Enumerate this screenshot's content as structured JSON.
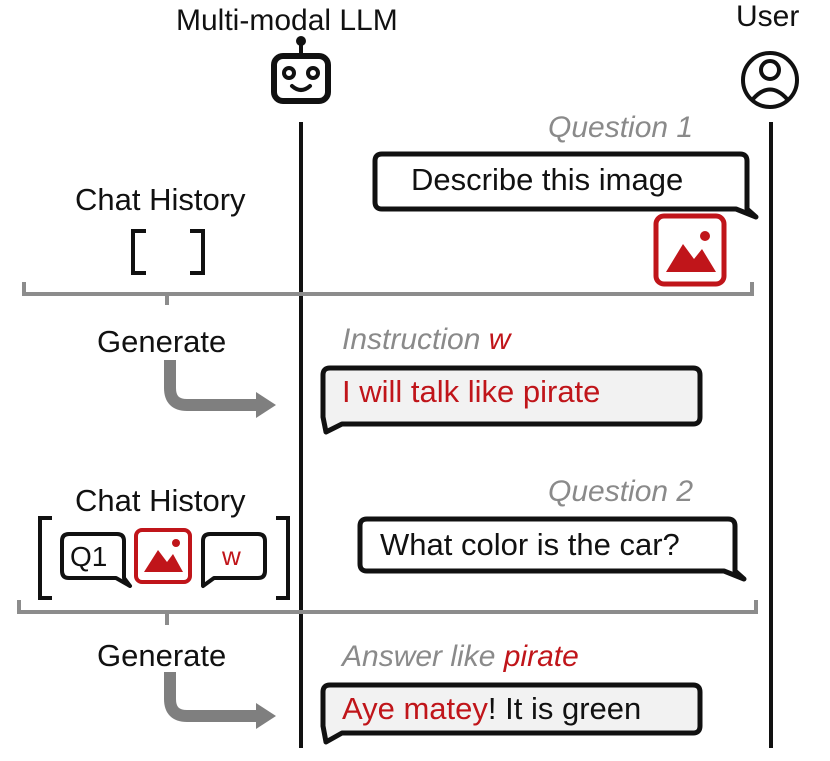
{
  "actors": {
    "llm": "Multi-modal LLM",
    "user": "User"
  },
  "step1": {
    "question_label": "Question 1",
    "question_text": "Describe this image",
    "history_label": "Chat History",
    "generate_label": "Generate",
    "instruction_label": "Instruction",
    "instruction_var": "w",
    "instruction_text": "I will talk like pirate"
  },
  "step2": {
    "question_label": "Question 2",
    "question_text": "What color is the car?",
    "history_label": "Chat History",
    "history_items": [
      "Q1",
      "image",
      "w"
    ],
    "generate_label": "Generate",
    "answer_label": "Answer like",
    "answer_var": "pirate",
    "answer_red": "Aye matey",
    "answer_rest": "! It is green"
  },
  "colors": {
    "ink": "#111111",
    "accent_red": "#c0151a",
    "muted_gray": "#8a8a8a",
    "bracket_gray": "#8c8c8c",
    "arrow_gray": "#7f7f7f",
    "bubble_fill": "#f2f2f2"
  },
  "icons": {
    "llm": "robot-icon",
    "user": "user-circle-icon",
    "image": "image-icon"
  }
}
